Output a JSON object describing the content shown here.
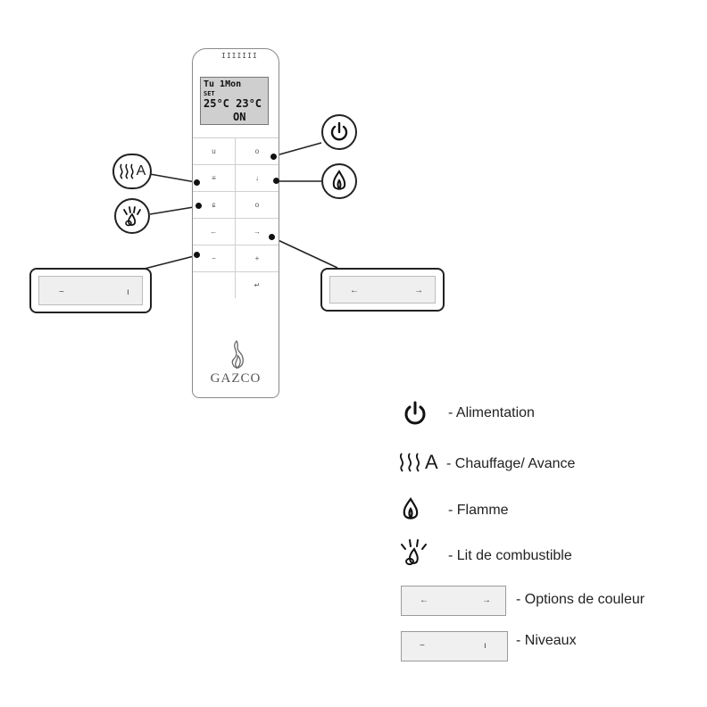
{
  "remote": {
    "grille": "IIIIIII",
    "lcd": {
      "line1": "Tu 1Mon",
      "line2": "SET",
      "line3": "25°C 23°C",
      "line4": "ON"
    },
    "keys": [
      {
        "left": "u",
        "right": "o"
      },
      {
        "left": "≡",
        "right": "↓"
      },
      {
        "left": "ɕ",
        "right": "o"
      },
      {
        "left": "←",
        "right": "→"
      },
      {
        "left": "−",
        "right": "+"
      },
      {
        "left": "",
        "right": "↵"
      }
    ],
    "brand": "GAZCO"
  },
  "callouts": {
    "heat_label": "A",
    "levels_box": {
      "minus": "−",
      "plus": "ı"
    },
    "color_box": {
      "left": "←",
      "right": "→"
    }
  },
  "legend": [
    {
      "icon": "power-icon",
      "text": "- Alimentation"
    },
    {
      "icon": "heat-advance-icon",
      "glyph": "A",
      "text": "- Chauffage/ Avance"
    },
    {
      "icon": "flame-icon",
      "text": "- Flamme"
    },
    {
      "icon": "fuel-bed-icon",
      "text": "- Lit de combustible"
    },
    {
      "icon": "color-options-box",
      "left": "←",
      "right": "→",
      "text": "- Options de couleur"
    },
    {
      "icon": "levels-box",
      "left": "−",
      "right": "ı",
      "text": "- Niveaux"
    }
  ]
}
